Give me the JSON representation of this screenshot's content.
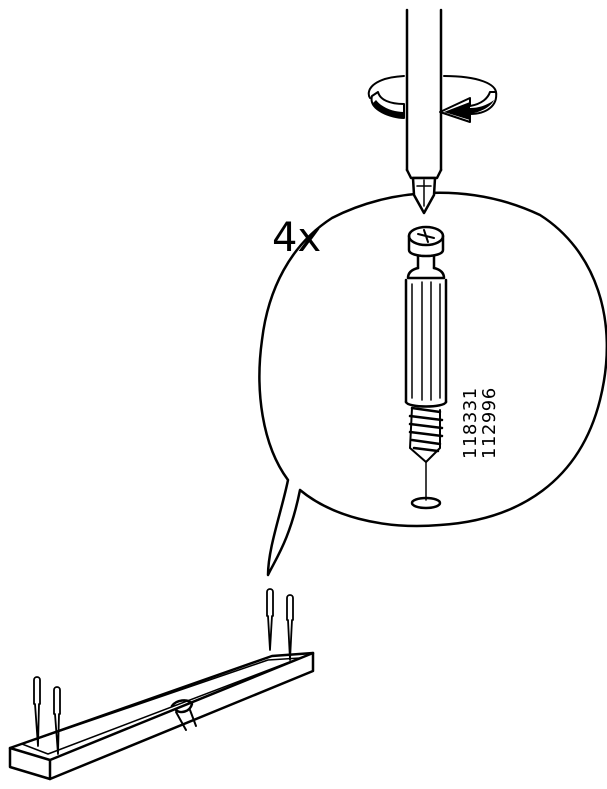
{
  "instruction": {
    "quantity_label": "4x",
    "part_numbers": [
      "118331",
      "112996"
    ],
    "icons": [
      "screwdriver-icon",
      "rotation-arrow-icon",
      "cam-dowel-icon",
      "board-icon"
    ],
    "colors": {
      "ink": "#000000",
      "paper": "#ffffff"
    }
  }
}
